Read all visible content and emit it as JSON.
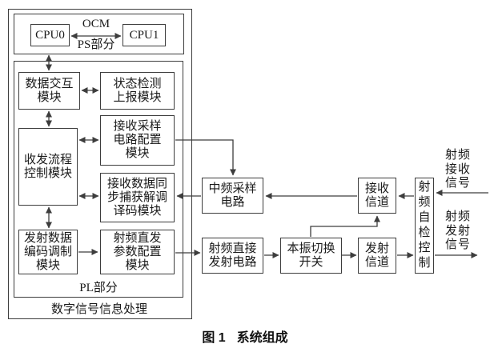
{
  "figure": {
    "caption_label": "图 1",
    "caption_title": "系统组成"
  },
  "colors": {
    "line": "#3d3d3d",
    "text": "#1a1a1a",
    "background": "#ffffff"
  },
  "diagram": {
    "outer_label": "数字信号信息处理",
    "ps_section": {
      "label": "PS部分",
      "bus_label": "OCM",
      "cpu0": "CPU0",
      "cpu1": "CPU1"
    },
    "pl_section": {
      "label": "PL部分"
    },
    "modules": {
      "data_exchange": {
        "lines": [
          "数据交互",
          "模块"
        ]
      },
      "status_report": {
        "lines": [
          "状态检测",
          "上报模块"
        ]
      },
      "flow_control": {
        "lines": [
          "收发流程",
          "控制模块"
        ]
      },
      "rx_sampling_config": {
        "lines": [
          "接收采样",
          "电路配置",
          "模块"
        ]
      },
      "rx_sync_decode": {
        "lines": [
          "接收数据同",
          "步捕获解调",
          "译码模块"
        ]
      },
      "tx_encode_mod": {
        "lines": [
          "发射数据",
          "编码调制",
          "模块"
        ]
      },
      "rf_direct_config": {
        "lines": [
          "射频直发",
          "参数配置",
          "模块"
        ]
      }
    },
    "external": {
      "if_sampling": {
        "lines": [
          "中频采样",
          "电路"
        ]
      },
      "rf_direct_tx": {
        "lines": [
          "射频直接",
          "发射电路"
        ]
      },
      "lo_switch": {
        "lines": [
          "本振切换",
          "开关"
        ]
      },
      "rx_channel": {
        "lines": [
          "接收",
          "信道"
        ]
      },
      "tx_channel": {
        "lines": [
          "发射",
          "信道"
        ]
      },
      "rf_selfcheck": {
        "lines": [
          "射",
          "频",
          "自",
          "检",
          "控",
          "制"
        ]
      }
    },
    "signals": {
      "rf_rx": {
        "lines": [
          "射频",
          "接收",
          "信号"
        ]
      },
      "rf_tx": {
        "lines": [
          "射频",
          "发射",
          "信号"
        ]
      }
    }
  }
}
